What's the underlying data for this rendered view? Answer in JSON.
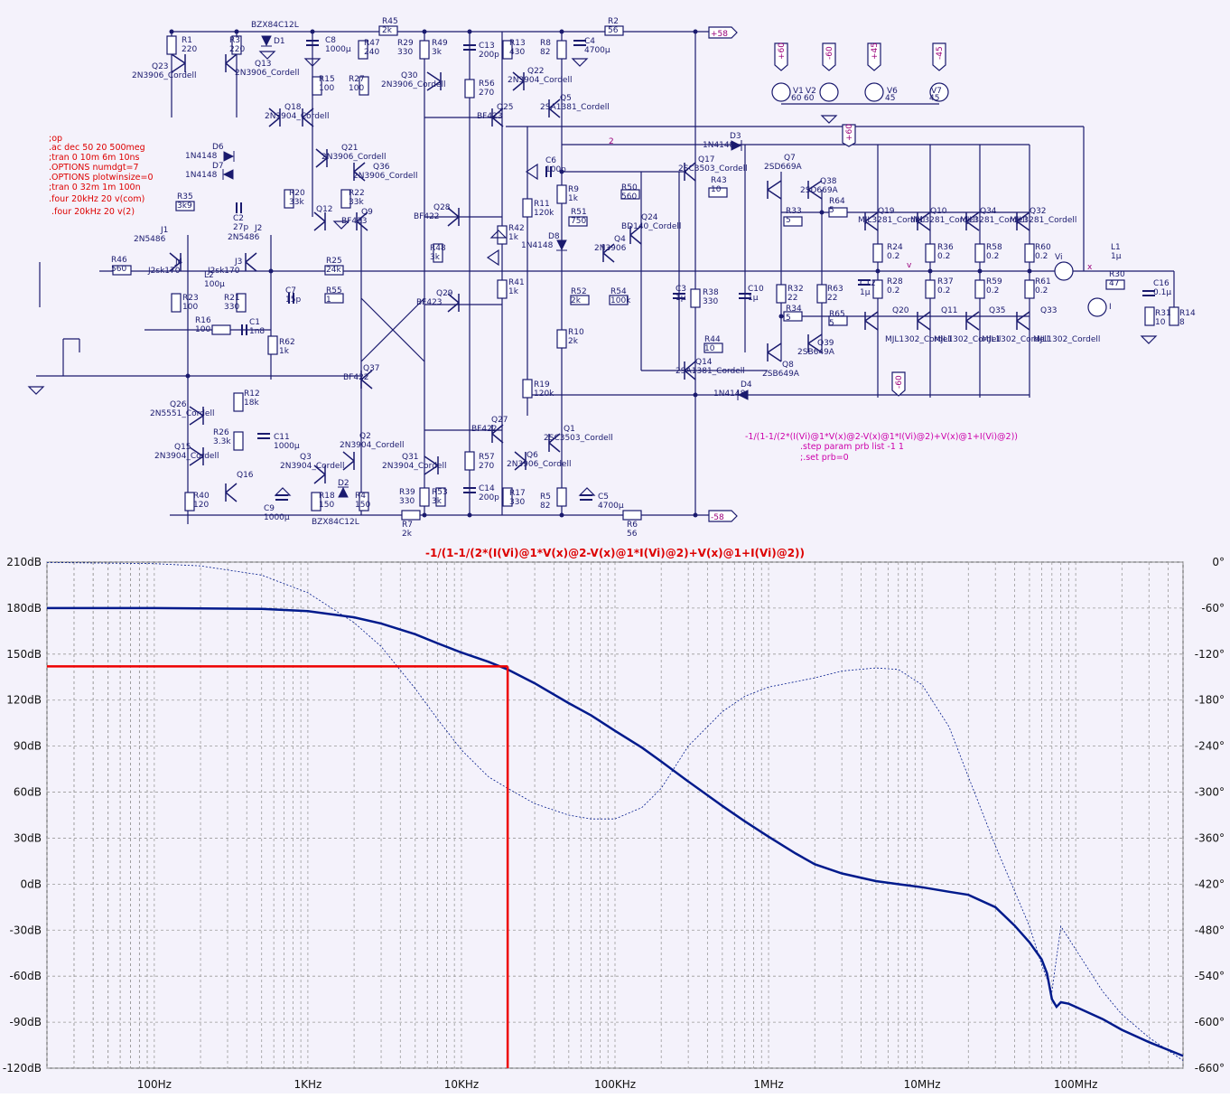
{
  "spice": {
    "directives": [
      ";op",
      ".ac dec 50 20 500meg",
      ";tran 0 10m 6m 10ns",
      ".OPTIONS numdgt=7",
      ".OPTIONS plotwinsize=0",
      ";tran 0 32m 1m 100n",
      ".four 20kHz 20 v(com)",
      ".four 20kHz 20 v(2)"
    ],
    "expression": "-1/(1-1/(2*(I(Vi)@1*V(x)@2-V(x)@1*I(Vi)@2)+V(x)@1+I(Vi)@2))",
    "step": ".step param prb list -1 1",
    "set": ";.set prb=0"
  },
  "components": [
    {
      "ref": "R1",
      "val": "220"
    },
    {
      "ref": "R3",
      "val": "220"
    },
    {
      "ref": "D1",
      "val": "BZX84C12L"
    },
    {
      "ref": "C8",
      "val": "1000µ"
    },
    {
      "ref": "R47",
      "val": "240"
    },
    {
      "ref": "R45",
      "val": "2k"
    },
    {
      "ref": "R29",
      "val": "330"
    },
    {
      "ref": "R49",
      "val": "3k"
    },
    {
      "ref": "C13",
      "val": "200p"
    },
    {
      "ref": "R13",
      "val": "430"
    },
    {
      "ref": "R8",
      "val": "82"
    },
    {
      "ref": "C4",
      "val": "4700µ"
    },
    {
      "ref": "R2",
      "val": "56"
    },
    {
      "ref": "R15",
      "val": "100"
    },
    {
      "ref": "R27",
      "val": "100"
    },
    {
      "ref": "R56",
      "val": "270"
    },
    {
      "ref": "Q23",
      "val": "2N3906_Cordell"
    },
    {
      "ref": "Q13",
      "val": "2N3906_Cordell"
    },
    {
      "ref": "Q18",
      "val": "2N3904_Cordell"
    },
    {
      "ref": "Q30",
      "val": "2N3906_Cordell"
    },
    {
      "ref": "Q22",
      "val": "2N3904_Cordell"
    },
    {
      "ref": "Q5",
      "val": "2SA1381_Cordell"
    },
    {
      "ref": "Q25",
      "val": "BF423"
    },
    {
      "ref": "Q21",
      "val": "2N3906_Cordell"
    },
    {
      "ref": "Q36",
      "val": "2N3906_Cordell"
    },
    {
      "ref": "Q17",
      "val": "2SC3503_Cordell"
    },
    {
      "ref": "Q7",
      "val": "2SD669A"
    },
    {
      "ref": "Q38",
      "val": "2SD669A"
    },
    {
      "ref": "D3",
      "val": "1N4148"
    },
    {
      "ref": "D6",
      "val": "1N4148"
    },
    {
      "ref": "D7",
      "val": "1N4148"
    },
    {
      "ref": "C2",
      "val": "27p"
    },
    {
      "ref": "R35",
      "val": "3k9"
    },
    {
      "ref": "R20",
      "val": "33k"
    },
    {
      "ref": "R22",
      "val": "33k"
    },
    {
      "ref": "Q12",
      "val": ""
    },
    {
      "ref": "Q9",
      "val": "BF423"
    },
    {
      "ref": "Q28",
      "val": "BF422"
    },
    {
      "ref": "R11",
      "val": "120k"
    },
    {
      "ref": "C6",
      "val": "100p"
    },
    {
      "ref": "R9",
      "val": "1k"
    },
    {
      "ref": "R50",
      "val": "560"
    },
    {
      "ref": "R51",
      "val": "750"
    },
    {
      "ref": "Q24",
      "val": "BD140_Cordell"
    },
    {
      "ref": "Q4",
      "val": "2N3906"
    },
    {
      "ref": "R43",
      "val": "10"
    },
    {
      "ref": "R33",
      "val": "5"
    },
    {
      "ref": "R64",
      "val": "5"
    },
    {
      "ref": "J1",
      "val": "2N5486"
    },
    {
      "ref": "J2",
      "val": "2N5486"
    },
    {
      "ref": "J4",
      "val": "J2sk170"
    },
    {
      "ref": "J3",
      "val": "J2sk170"
    },
    {
      "ref": "L2",
      "val": "100µ"
    },
    {
      "ref": "R46",
      "val": "560"
    },
    {
      "ref": "R23",
      "val": "100"
    },
    {
      "ref": "R21",
      "val": "330"
    },
    {
      "ref": "R25",
      "val": "24k"
    },
    {
      "ref": "R55",
      "val": "1"
    },
    {
      "ref": "C7",
      "val": "15p"
    },
    {
      "ref": "R48",
      "val": "3k"
    },
    {
      "ref": "R42",
      "val": "1k"
    },
    {
      "ref": "D8",
      "val": "1N4148"
    },
    {
      "ref": "R41",
      "val": "1k"
    },
    {
      "ref": "R52",
      "val": "2k"
    },
    {
      "ref": "R54",
      "val": "100k"
    },
    {
      "ref": "C3",
      "val": "1µ"
    },
    {
      "ref": "R38",
      "val": "330"
    },
    {
      "ref": "C10",
      "val": "1µ"
    },
    {
      "ref": "R32",
      "val": "22"
    },
    {
      "ref": "R63",
      "val": "22"
    },
    {
      "ref": "C12",
      "val": "1µ"
    },
    {
      "ref": "R34",
      "val": "5"
    },
    {
      "ref": "R65",
      "val": "5"
    },
    {
      "ref": "Q29",
      "val": "BF423"
    },
    {
      "ref": "R16",
      "val": "100"
    },
    {
      "ref": "C1",
      "val": "1n8"
    },
    {
      "ref": "R62",
      "val": "1k"
    },
    {
      "ref": "R10",
      "val": "2k"
    },
    {
      "ref": "Q14",
      "val": "2SA1381_Cordell"
    },
    {
      "ref": "R44",
      "val": "10"
    },
    {
      "ref": "Q8",
      "val": "2SB649A"
    },
    {
      "ref": "Q39",
      "val": "2SB649A"
    },
    {
      "ref": "Q37",
      "val": "BF422"
    },
    {
      "ref": "R19",
      "val": "120k"
    },
    {
      "ref": "D4",
      "val": "1N4148"
    },
    {
      "ref": "Q26",
      "val": "2N5551_Cordell"
    },
    {
      "ref": "R12",
      "val": "18k"
    },
    {
      "ref": "R26",
      "val": "3.3k"
    },
    {
      "ref": "C11",
      "val": "1000µ"
    },
    {
      "ref": "Q15",
      "val": "2N3904_Cordell"
    },
    {
      "ref": "Q16",
      "val": ""
    },
    {
      "ref": "Q2",
      "val": "2N3904_Cordell"
    },
    {
      "ref": "Q3",
      "val": "2N3904_Cordell"
    },
    {
      "ref": "Q31",
      "val": "2N3904_Cordell"
    },
    {
      "ref": "Q27",
      "val": "BF422"
    },
    {
      "ref": "Q1",
      "val": "2SC3503_Cordell"
    },
    {
      "ref": "Q6",
      "val": "2N3906_Cordell"
    },
    {
      "ref": "R57",
      "val": "270"
    },
    {
      "ref": "C14",
      "val": "200p"
    },
    {
      "ref": "R40",
      "val": "120"
    },
    {
      "ref": "C9",
      "val": "1000µ"
    },
    {
      "ref": "R18",
      "val": "150"
    },
    {
      "ref": "D2",
      "val": "BZX84C12L"
    },
    {
      "ref": "R4",
      "val": "150"
    },
    {
      "ref": "R39",
      "val": "330"
    },
    {
      "ref": "R53",
      "val": "3k"
    },
    {
      "ref": "R7",
      "val": "2k"
    },
    {
      "ref": "R17",
      "val": "330"
    },
    {
      "ref": "R5",
      "val": "82"
    },
    {
      "ref": "C5",
      "val": "4700µ"
    },
    {
      "ref": "R6",
      "val": "56"
    },
    {
      "ref": "Q19",
      "val": "MJL3281_Cordell"
    },
    {
      "ref": "Q10",
      "val": "MJL3281_Cordell"
    },
    {
      "ref": "Q34",
      "val": "MJL3281_Cordell"
    },
    {
      "ref": "Q32",
      "val": "MJL3281_Cordell"
    },
    {
      "ref": "R24",
      "val": "0.2"
    },
    {
      "ref": "R36",
      "val": "0.2"
    },
    {
      "ref": "R58",
      "val": "0.2"
    },
    {
      "ref": "R60",
      "val": "0.2"
    },
    {
      "ref": "R28",
      "val": "0.2"
    },
    {
      "ref": "R37",
      "val": "0.2"
    },
    {
      "ref": "R59",
      "val": "0.2"
    },
    {
      "ref": "R61",
      "val": "0.2"
    },
    {
      "ref": "Q20",
      "val": "MJL1302_Cordell"
    },
    {
      "ref": "Q11",
      "val": "MJL1302_Cordell"
    },
    {
      "ref": "Q35",
      "val": "MJL1302_Cordell"
    },
    {
      "ref": "Q33",
      "val": "MJL1302_Cordell"
    },
    {
      "ref": "L1",
      "val": "1µ"
    },
    {
      "ref": "R30",
      "val": "47"
    },
    {
      "ref": "C16",
      "val": "0.1µ"
    },
    {
      "ref": "R31",
      "val": "10"
    },
    {
      "ref": "R14",
      "val": "8"
    },
    {
      "ref": "V1",
      "val": "60"
    },
    {
      "ref": "V2",
      "val": "60"
    },
    {
      "ref": "V6",
      "val": "45"
    },
    {
      "ref": "V7",
      "val": "45"
    }
  ],
  "nets": {
    "pos58": "+58",
    "neg58": "-58",
    "pos60": "+60",
    "neg60": "-60",
    "pos45": "+45",
    "neg45": "-45",
    "node2": "2",
    "nodex": "x",
    "nodeVi": "Vi",
    "nodeI": "I",
    "nodeV": "v"
  },
  "chart_data": {
    "type": "line",
    "title": "-1/(1-1/(2*(I(Vi)@1*V(x)@2-V(x)@1*I(Vi)@2)+V(x)@1+I(Vi)@2))",
    "xscale": "log",
    "xlim": [
      20,
      500000000
    ],
    "x_tick_labels": [
      "100Hz",
      "1KHz",
      "10KHz",
      "100KHz",
      "1MHz",
      "10MHz",
      "100MHz"
    ],
    "x_ticks": [
      100,
      1000,
      10000,
      100000,
      1000000,
      10000000,
      100000000
    ],
    "y_left_ticks": [
      "210dB",
      "180dB",
      "150dB",
      "120dB",
      "90dB",
      "60dB",
      "30dB",
      "0dB",
      "-30dB",
      "-60dB",
      "-90dB",
      "-120dB"
    ],
    "ylim_left": [
      -120,
      210
    ],
    "y_right_ticks": [
      "0°",
      "-60°",
      "-120°",
      "-180°",
      "-240°",
      "-300°",
      "-360°",
      "-420°",
      "-480°",
      "-540°",
      "-600°",
      "-660°"
    ],
    "ylim_right": [
      -660,
      0
    ],
    "grid": true,
    "marker": {
      "x": 20000,
      "y": 142
    },
    "colors": {
      "magnitude": "#001a8c",
      "marker": "#ee0000",
      "title": "#dd0000",
      "grid": "#9a9a9a"
    },
    "series": [
      {
        "axis": "left",
        "style": "solid",
        "x": [
          20,
          100,
          500,
          1000,
          2000,
          3000,
          5000,
          7000,
          10000,
          15000,
          20000,
          30000,
          50000,
          70000,
          100000,
          150000,
          200000,
          300000,
          500000,
          700000,
          1000000,
          1500000,
          2000000,
          3000000,
          5000000,
          7000000,
          10000000,
          15000000,
          20000000,
          30000000,
          40000000,
          50000000,
          60000000,
          65000000,
          70000000,
          75000000,
          80000000,
          90000000,
          100000000,
          150000000,
          200000000,
          300000000,
          500000000
        ],
        "y": [
          180,
          180,
          179.5,
          178,
          174,
          170,
          163,
          157,
          151,
          145,
          140,
          131,
          118,
          110,
          100,
          89,
          80,
          67,
          51,
          41,
          31,
          20,
          13,
          7,
          2,
          0,
          -2,
          -5,
          -7,
          -15,
          -27,
          -38,
          -49,
          -58,
          -75,
          -80,
          -77,
          -78,
          -80,
          -88,
          -95,
          -103,
          -112
        ]
      },
      {
        "axis": "right",
        "style": "dashed",
        "x": [
          20,
          100,
          200,
          500,
          1000,
          2000,
          3000,
          5000,
          7000,
          10000,
          15000,
          20000,
          30000,
          50000,
          70000,
          100000,
          150000,
          200000,
          300000,
          500000,
          700000,
          1000000,
          2000000,
          3000000,
          5000000,
          7000000,
          10000000,
          15000000,
          20000000,
          30000000,
          50000000,
          60000000,
          70000000,
          80000000,
          100000000,
          150000000,
          200000000,
          300000000,
          500000000
        ],
        "y": [
          -0.5,
          -2,
          -5,
          -17,
          -40,
          -79,
          -110,
          -165,
          -205,
          -245,
          -280,
          -295,
          -315,
          -330,
          -335,
          -335,
          -320,
          -295,
          -240,
          -195,
          -175,
          -163,
          -151,
          -142,
          -138,
          -140,
          -160,
          -215,
          -280,
          -370,
          -475,
          -525,
          -560,
          -475,
          -505,
          -560,
          -590,
          -620,
          -650
        ]
      }
    ]
  }
}
